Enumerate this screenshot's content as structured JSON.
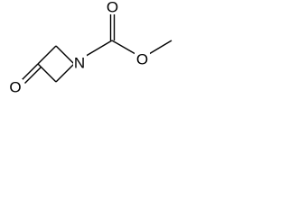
{
  "molecule": {
    "atoms": {
      "nitrogen": "N",
      "ketone_oxygen": "O",
      "carbonyl_oxygen": "O",
      "ester_oxygen": "O"
    },
    "colors": {
      "bond": "#000000",
      "text": "#000000",
      "background": "#ffffff"
    }
  }
}
